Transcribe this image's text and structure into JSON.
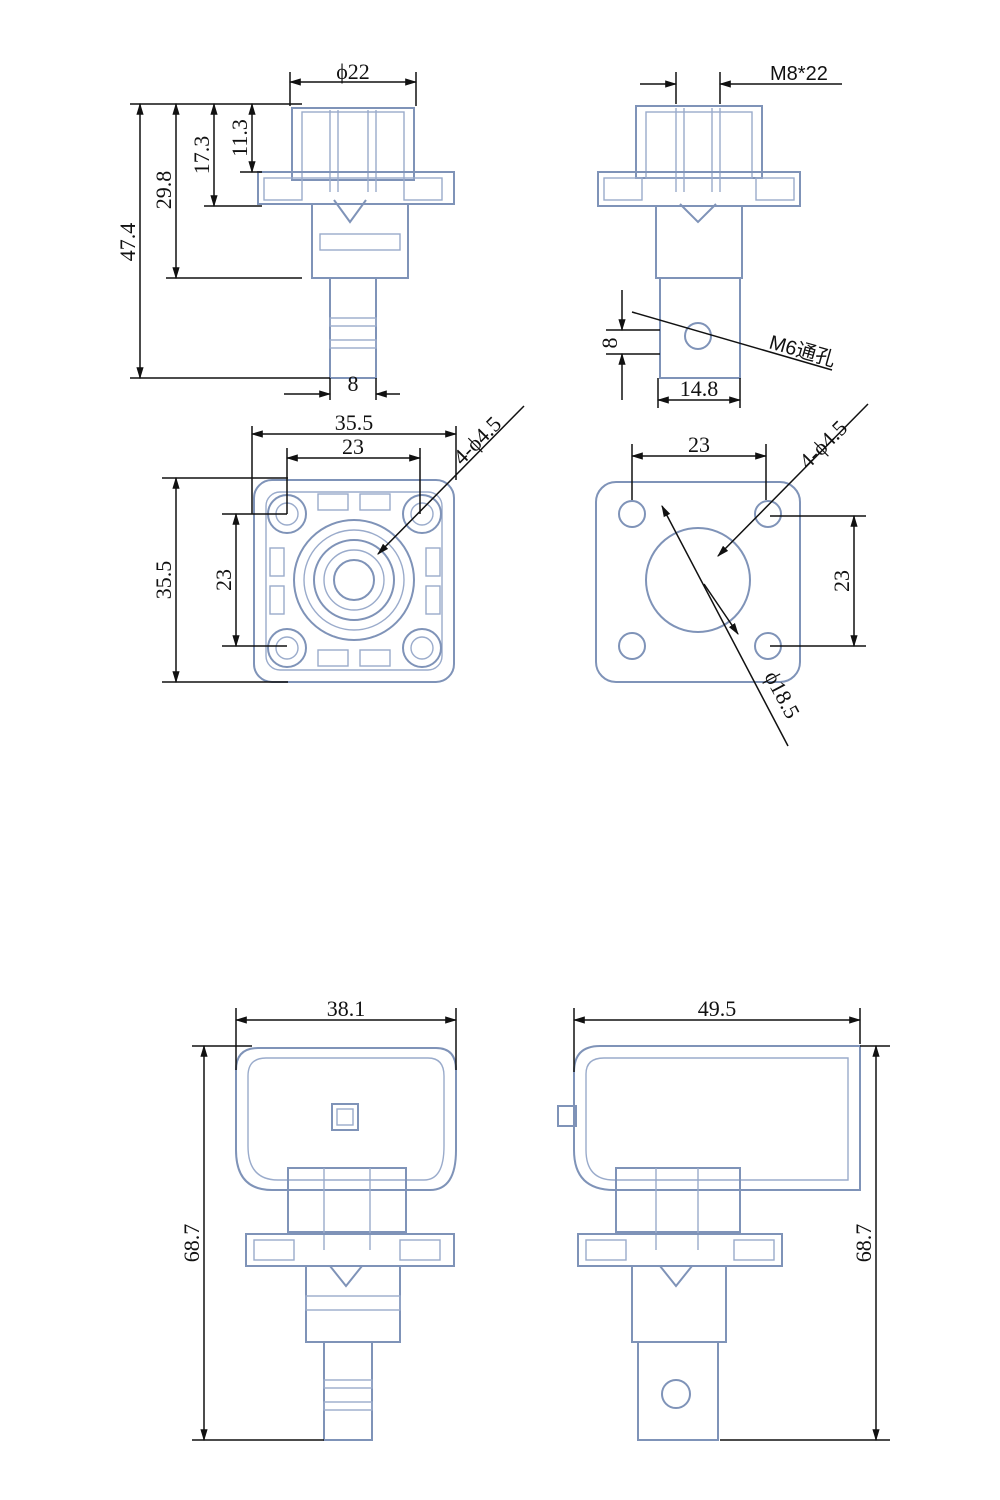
{
  "side_view": {
    "dia_head": "ϕ22",
    "h_total": "47.4",
    "h_body": "29.8",
    "h_flange": "17.3",
    "h_cap": "11.3",
    "w_stud": "8"
  },
  "front_view": {
    "thread": "M8*22",
    "hole": "M6通孔",
    "h_hole": "8",
    "w_blade": "14.8"
  },
  "bottom_view": {
    "w_outer": "35.5",
    "w_holes": "23",
    "h_outer": "35.5",
    "h_holes": "23",
    "holes": "4-ϕ4.5"
  },
  "flange_view": {
    "w_holes": "23",
    "h_holes": "23",
    "holes": "4-ϕ4.5",
    "center": "ϕ18.5"
  },
  "cover_front_view": {
    "width": "38.1",
    "height": "68.7"
  },
  "cover_side_view": {
    "width": "49.5",
    "height": "68.7"
  }
}
